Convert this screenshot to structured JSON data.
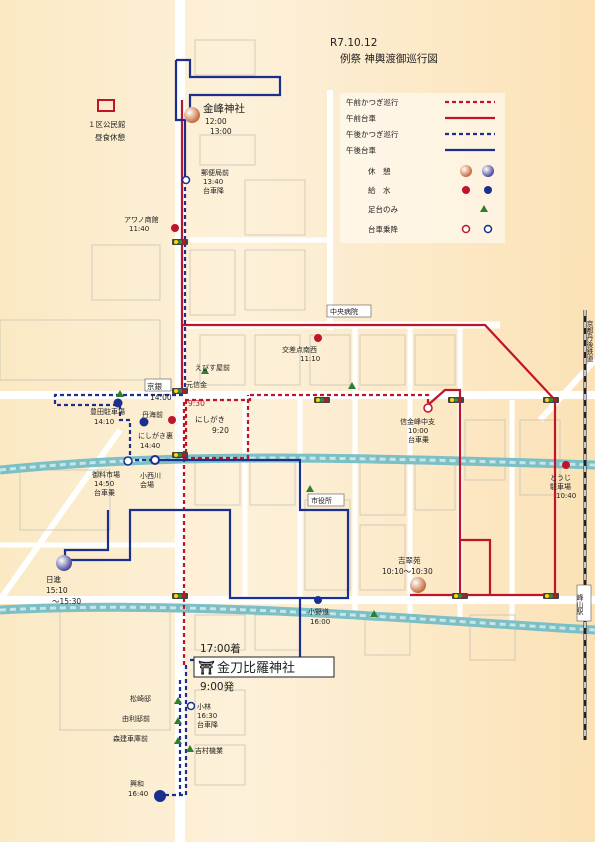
{
  "title": {
    "date": "R7.10.12",
    "name": "例祭 神輿渡御巡行図"
  },
  "legend": {
    "items": [
      {
        "label": "午前かつぎ巡行",
        "color": "#c0142b",
        "style": "dashed"
      },
      {
        "label": "午前台車",
        "color": "#c0142b",
        "style": "solid"
      },
      {
        "label": "午後かつぎ巡行",
        "color": "#1a2f8f",
        "style": "dashed"
      },
      {
        "label": "午後台車",
        "color": "#1a2f8f",
        "style": "solid"
      }
    ],
    "rest": "休　憩",
    "water": "給　水",
    "foot": "足台のみ",
    "cart": "台車乗降"
  },
  "colors": {
    "red": "#c0142b",
    "blue": "#1a2f8f",
    "river": "#7cc0c6",
    "street": "#ffffff"
  },
  "places": {
    "kominkan": "１区公民館",
    "kominkan_sub": "昼食休憩",
    "kinpo": "金峰神社",
    "kinpo_t1": "12:00",
    "kinpo_t2": "13:00",
    "yubin": "郵便局前",
    "yubin_t": "13:40",
    "yubin_s": "台車降",
    "awano": "アワノ商館",
    "awano_t": "11:40",
    "chuo": "中央病院",
    "kosaten": "交差点南西",
    "kosaten_t": "11:10",
    "ebisu": "えびす屋前",
    "motoshin": "元信金",
    "kyogin": "京銀",
    "kyogin_t": "14:00",
    "time930": "9:30",
    "niwa": "丹海前",
    "tamada": "豊田駐車場",
    "tamada_t": "14:10",
    "nishigaki_a": "にしがき",
    "nishigaki_a_t": "9:20",
    "nishigaki_b": "にしがき裏",
    "nishigaki_b_t": "14:40",
    "shinkin": "信金峰中支",
    "shinkin_t": "10:00",
    "shinkin_s": "台車乗",
    "goro": "御料市場",
    "goro_t": "14:50",
    "goro_s": "台車乗",
    "konishi": "小西川",
    "konishi_2": "会場",
    "shiyakusho": "市役所",
    "toji": "とうじ",
    "toji_2": "駐車場",
    "toji_t": "10:40",
    "nisshin": "日進",
    "nisshin_t": "15:10",
    "nisshin_t2": "～15:30",
    "kissui": "吉翠苑",
    "kissui_t": "10:10～10:30",
    "onodo": "小野道",
    "onodo_t": "16:00",
    "kotohira": "金刀比羅神社",
    "arrive": "17:00着",
    "depart": "9:00発",
    "matsuzaki": "松崎邸",
    "yurishi": "由利邸前",
    "morisada": "森建車庫前",
    "kobayashi": "小林",
    "kobayashi_t": "16:30",
    "kobayashi_s": "台車降",
    "yoshimura": "吉村機業",
    "kowa": "興和",
    "kowa_t": "16:40",
    "station": "峰山駅",
    "rail": "京都丹後鉄道"
  }
}
